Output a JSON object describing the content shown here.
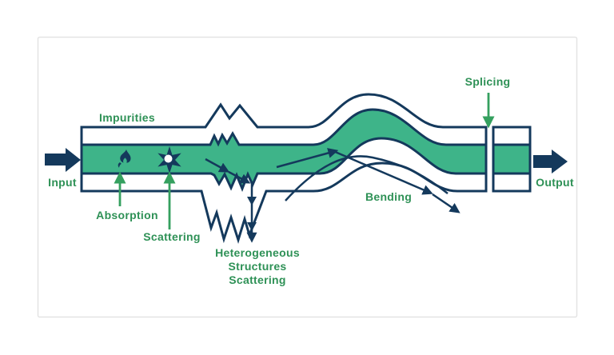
{
  "colors": {
    "navy": "#14395C",
    "core_green": "#3EB489",
    "label_green": "#2E9156",
    "arrow_green": "#35A05F",
    "card_border": "#E4E4E4",
    "background": "#FFFFFF"
  },
  "diagram": {
    "title_context": "Optical fiber loss mechanisms diagram",
    "labels": {
      "impurities": "Impurities",
      "input": "Input",
      "output": "Output",
      "absorption": "Absorption",
      "scattering": "Scattering",
      "heterogeneous_line1": "Heterogeneous",
      "heterogeneous_line2": "Structures",
      "heterogeneous_line3": "Scattering",
      "bending": "Bending",
      "splicing": "Splicing"
    },
    "icons": {
      "input": "block-arrow-right-icon",
      "output": "block-arrow-right-icon",
      "absorption": "flame-icon",
      "scattering": "starburst-icon",
      "absorption_pointer": "arrow-up-icon",
      "scattering_pointer": "arrow-up-icon",
      "splicing_pointer": "arrow-down-icon"
    }
  }
}
